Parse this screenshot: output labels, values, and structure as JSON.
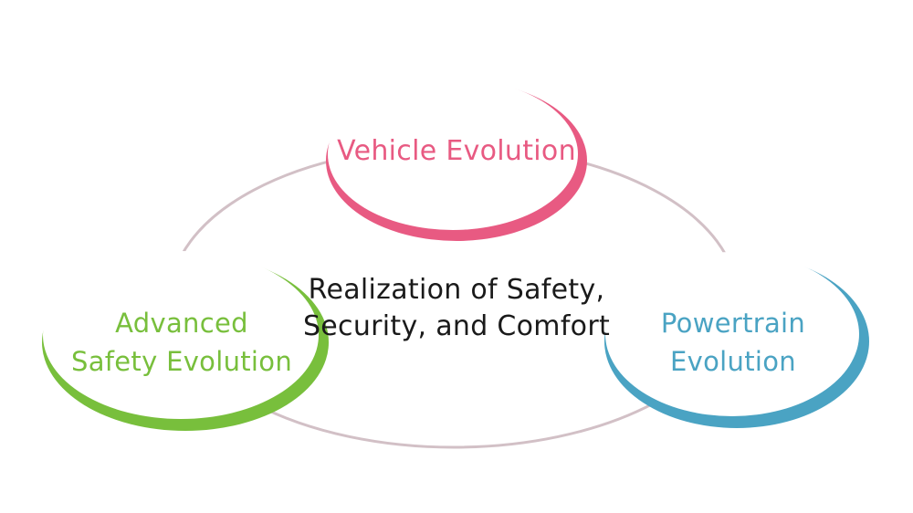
{
  "center": {
    "line1": "Realization of Safety,",
    "line2": "Security, and Comfort"
  },
  "nodes": {
    "vehicle": {
      "label": "Vehicle Evolution",
      "color": "#e85a82"
    },
    "safety": {
      "line1": "Advanced",
      "line2": "Safety Evolution",
      "color": "#78bf3c"
    },
    "powertrain": {
      "line1": "Powertrain",
      "line2": "Evolution",
      "color": "#4aa3c3"
    }
  },
  "colors": {
    "connector_ring": "#d2c0c6",
    "center_text": "#1a1a1a",
    "background": "#ffffff"
  }
}
